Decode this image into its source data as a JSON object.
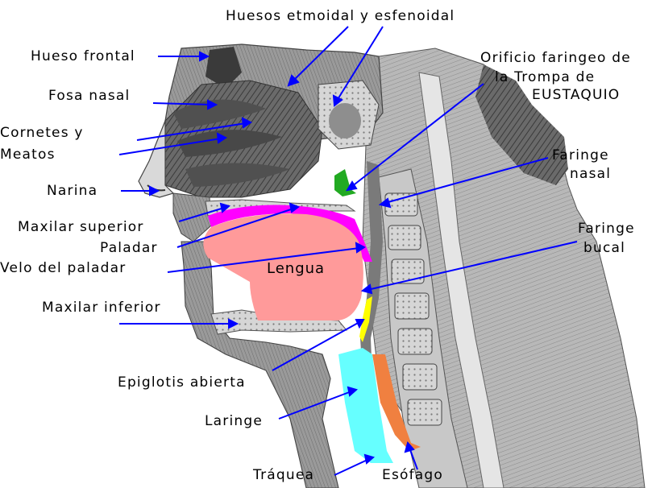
{
  "diagram": {
    "colors": {
      "arrow": "#0000ff",
      "palate": "#ff00ff",
      "tongue": "#ff9a9a",
      "eustachian_orifice": "#22aa22",
      "epiglottis": "#ffff00",
      "larynx": "#66ffff",
      "esophagus": "#f08040",
      "tissue_dark": "#5a5a5a",
      "tissue_light": "#d8d8d8",
      "bone": "#bdbdbd"
    },
    "labels": {
      "hueso_frontal": "Hueso frontal",
      "huesos_etmoidal": "Huesos etmoidal y esfenoidal",
      "fosa_nasal": "Fosa nasal",
      "cornetes_1": "Cornetes y",
      "cornetes_2": "Meatos",
      "narina": "Narina",
      "maxilar_superior": "Maxilar superior",
      "paladar": "Paladar",
      "velo_paladar": "Velo del paladar",
      "maxilar_inferior": "Maxilar inferior",
      "epiglotis": "Epiglotis abierta",
      "laringe": "Laringe",
      "traquea": "Tráquea",
      "esofago": "Esófago",
      "lengua": "Lengua",
      "orificio_1": "Orificio faringeo de",
      "orificio_2": "la Trompa de",
      "orificio_3": "EUSTAQUIO",
      "faringe_nasal_1": "Faringe",
      "faringe_nasal_2": "nasal",
      "faringe_bucal_1": "Faringe",
      "faringe_bucal_2": "bucal"
    }
  }
}
